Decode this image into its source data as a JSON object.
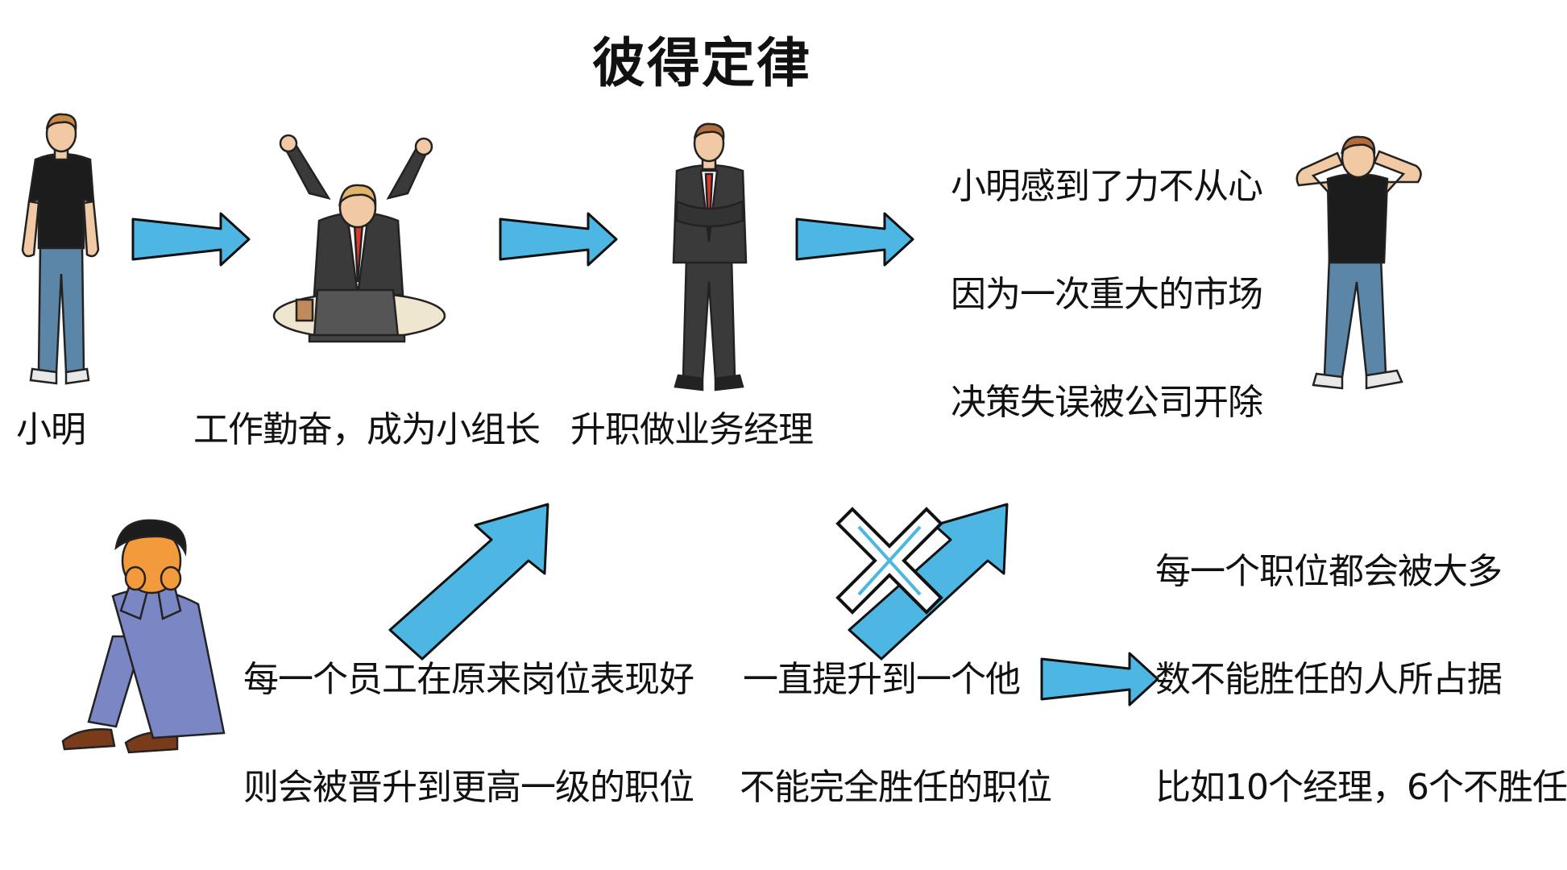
{
  "title": "彼得定律",
  "step_labels": {
    "xiaoming": "小明",
    "team_leader": "工作勤奋，成为小组长",
    "manager": "升职做业务经理"
  },
  "outcome_lines": [
    "小明感到了力不从心",
    "因为一次重大的市场",
    "决策失误被公司开除"
  ],
  "principle_col1": [
    "每一个员工在原来岗位表现好",
    "则会被晋升到更高一级的职位"
  ],
  "principle_col2": [
    "一直提升到一个他",
    "不能完全胜任的职位"
  ],
  "principle_col3": [
    "每一个职位都会被大多",
    "数不能胜任的人所占据",
    "比如10个经理，6个不胜任"
  ],
  "colors": {
    "arrow_fill": "#4db6e3",
    "arrow_stroke": "#111111",
    "shirt": "#1c1c1c",
    "jeans": "#5b86a8",
    "suit": "#3a3a3a",
    "tie": "#d93a2b",
    "skin": "#f1c9a5",
    "hair": "#c98a45",
    "sad_suit": "#7b86c4",
    "sad_face": "#f39a3c"
  },
  "icons": [
    "right-arrow-icon",
    "up-right-arrow-icon",
    "cross-mark-icon"
  ]
}
